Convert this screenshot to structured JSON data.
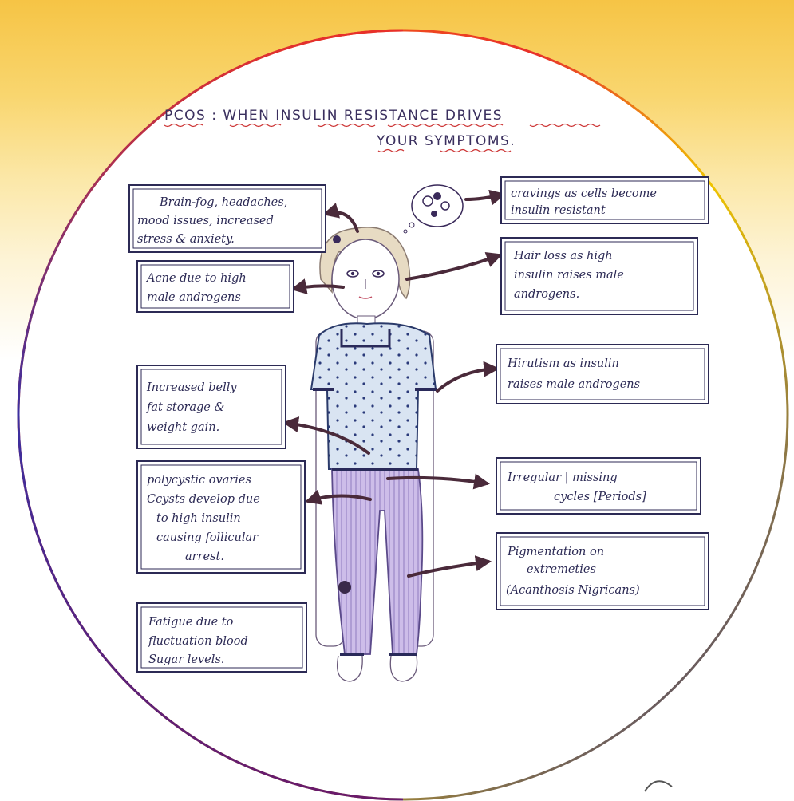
{
  "title": {
    "line1": "PCOS : WHEN INSULIN RESISTANCE DRIVES",
    "line2": "YOUR SYMPTOMS."
  },
  "boxes": {
    "brain_fog": [
      "Brain-fog, headaches,",
      "mood issues, increased",
      "stress & anxiety."
    ],
    "cravings": [
      "cravings as cells become",
      "insulin resistant"
    ],
    "acne": [
      "Acne due to high",
      "male androgens"
    ],
    "hair_loss": [
      "Hair loss as high",
      "insulin raises male",
      "androgens."
    ],
    "hirutism": [
      "Hirutism as insulin",
      "raises male androgens"
    ],
    "belly_fat": [
      "Increased belly",
      "fat storage &",
      "weight gain."
    ],
    "irregular": [
      "Irregular | missing",
      "cycles [Periods]"
    ],
    "polycystic": [
      "polycystic ovaries",
      "Ccysts develop due",
      "to high insulin",
      "causing follicular",
      "arrest."
    ],
    "pigmentation": [
      "Pigmentation on",
      "extremeties",
      "(Acanthosis Nigricans)"
    ],
    "fatigue": [
      "Fatigue due to",
      "fluctuation blood",
      "Sugar levels."
    ]
  },
  "colors": {
    "ink": "#2c2a55",
    "arrow": "#4a2a3a",
    "figure_fill": "#cbbbe6",
    "figure_stroke": "#5b4a8a",
    "ring_start": "#ff9a00",
    "ring_mid": "#e02040",
    "ring_end": "#2a2a8a"
  }
}
